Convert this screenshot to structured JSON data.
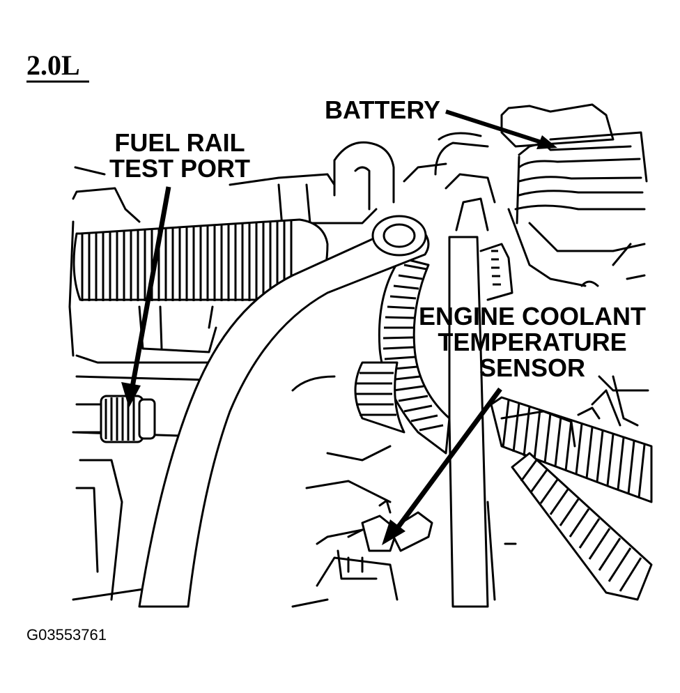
{
  "engine_label": "2.0L",
  "callouts": {
    "battery": "BATTERY",
    "fuel_rail": [
      "FUEL RAIL",
      "TEST PORT"
    ],
    "coolant": [
      "ENGINE COOLANT",
      "TEMPERATURE",
      "SENSOR"
    ]
  },
  "figure_id": "G03553761"
}
